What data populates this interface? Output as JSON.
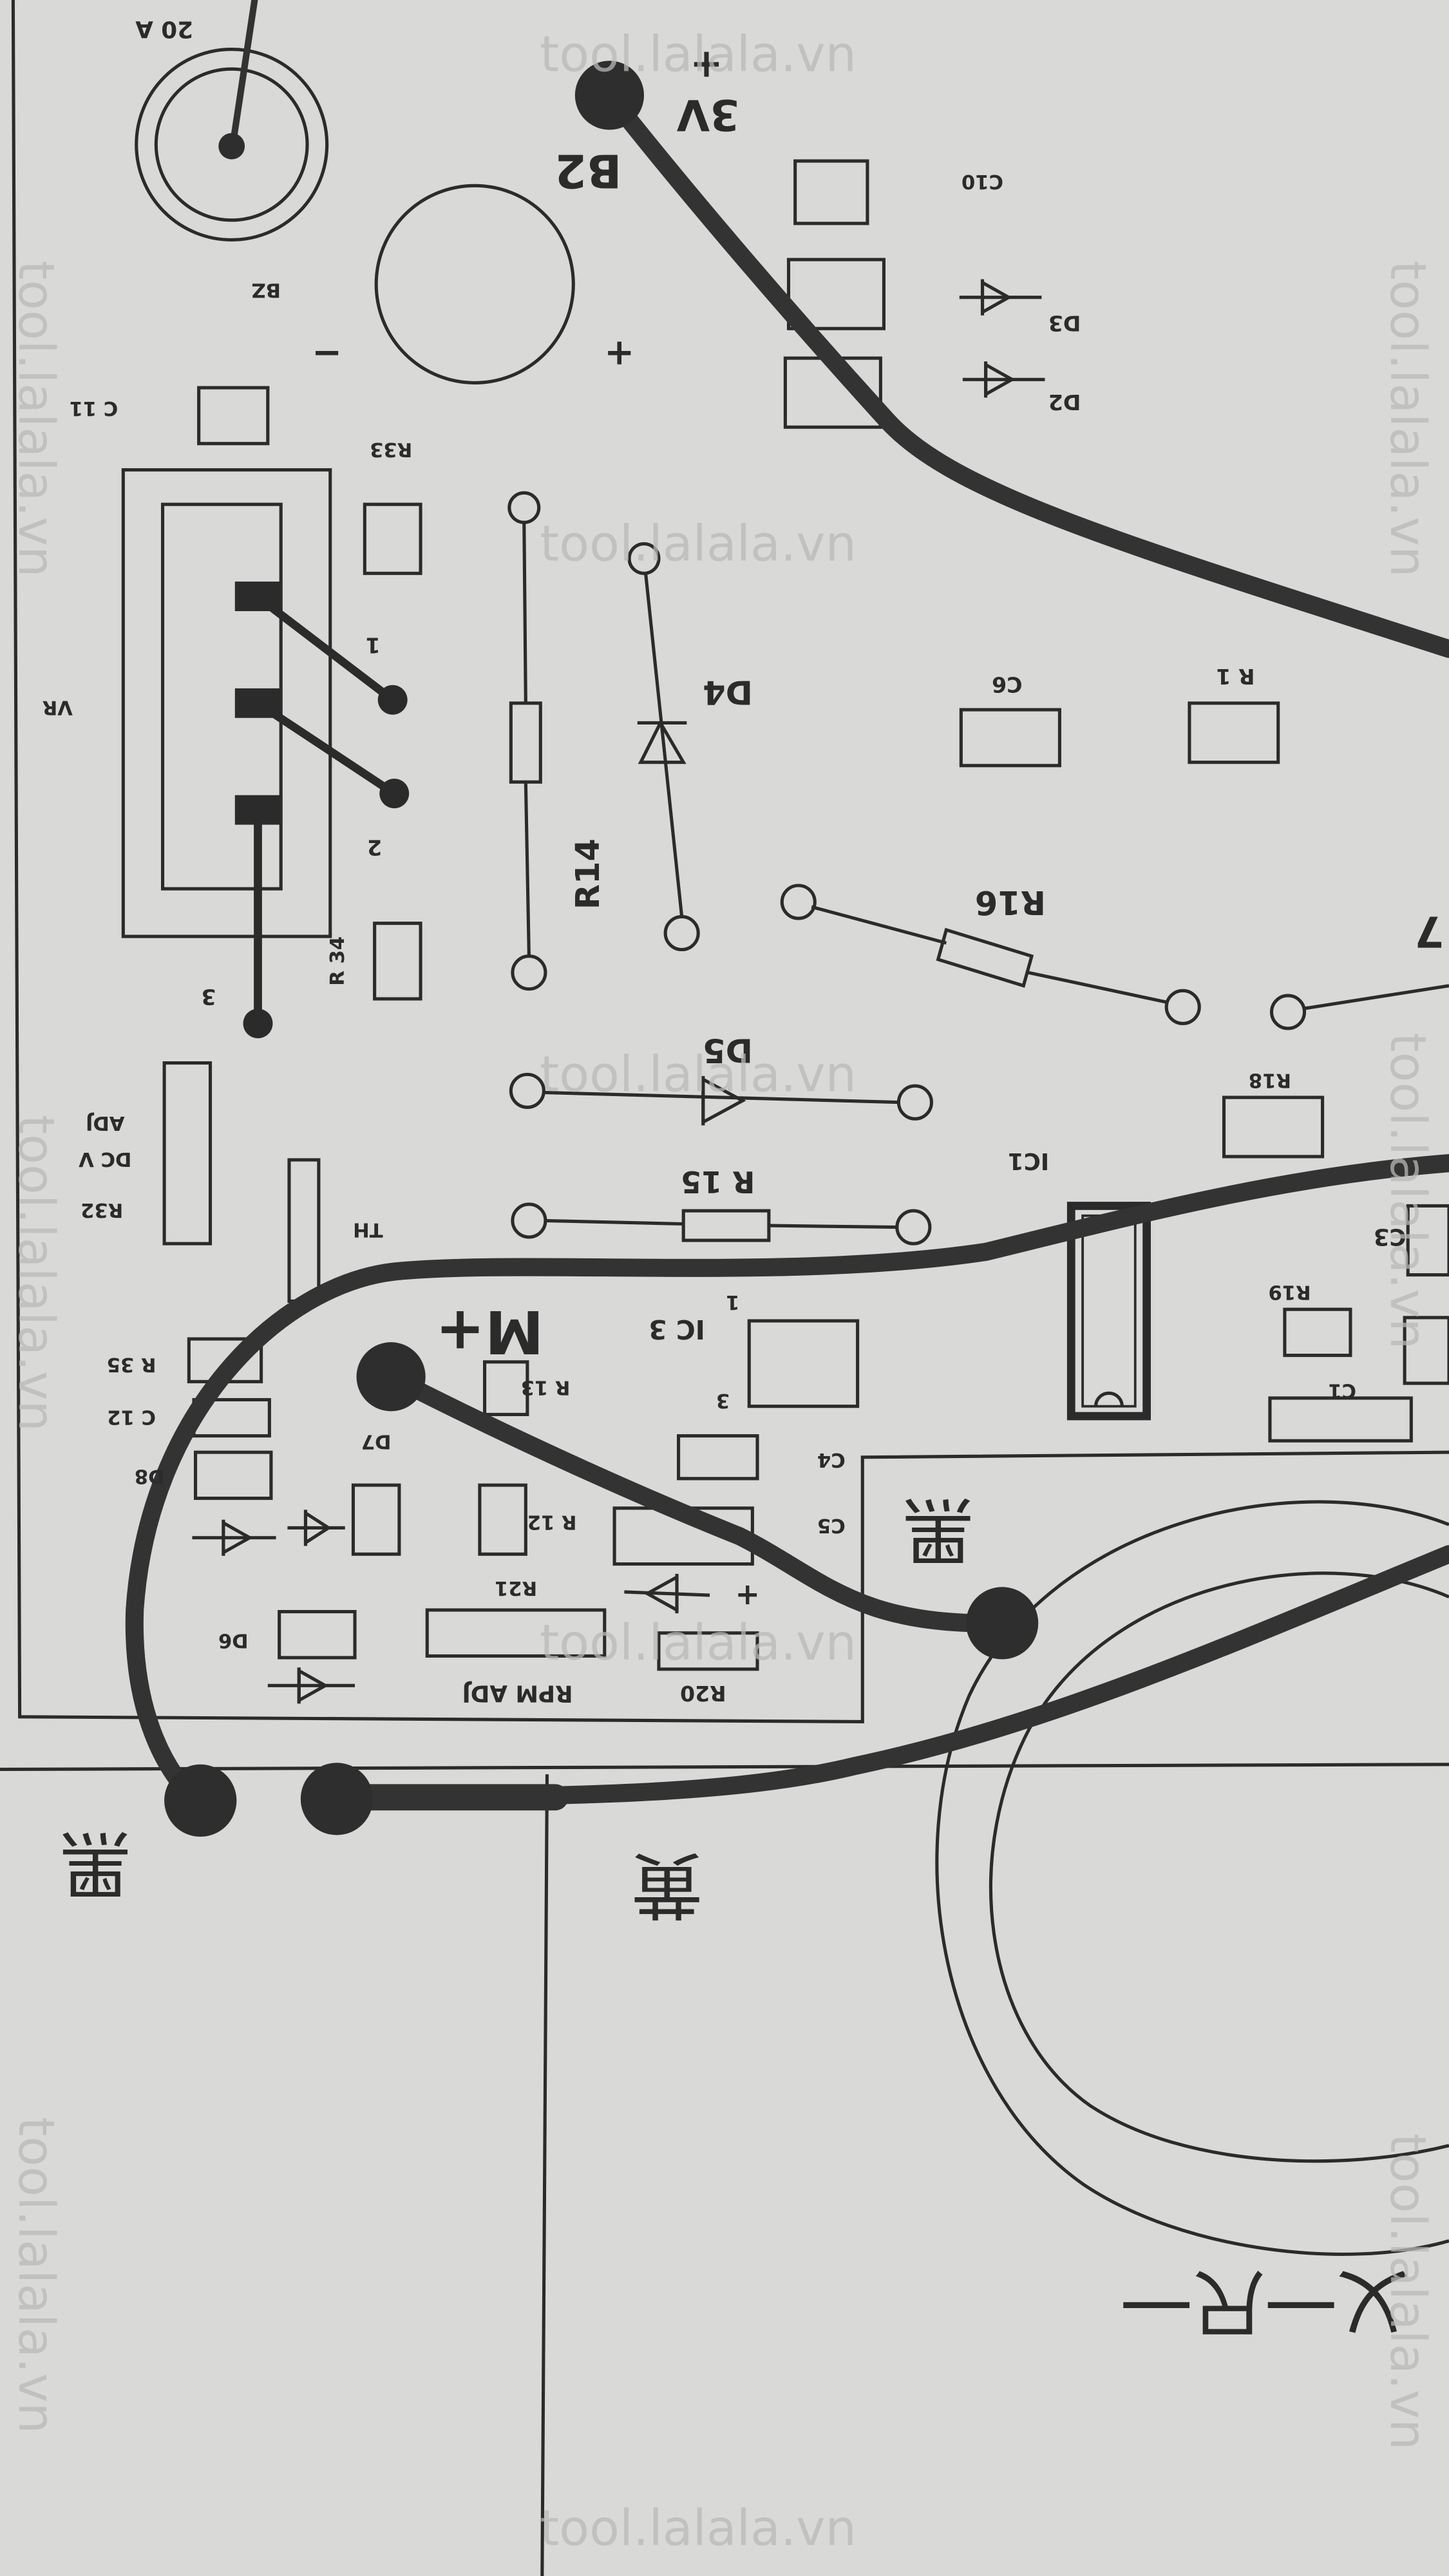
{
  "watermark": {
    "text": "tool.lalala.vn"
  },
  "labels": {
    "a20": "20 A",
    "bz": "BZ",
    "c11": "C 11",
    "r33": "R33",
    "vr": "VR",
    "vr_pin1": "1",
    "vr_pin2": "2",
    "vr_pin3": "3",
    "r34": "R 34",
    "r32": "R32",
    "dcv": "DC V",
    "adj": "ADJ",
    "th": "TH",
    "r35": "R 35",
    "c12": "C 12",
    "d8": "D8",
    "d7": "D7",
    "d6": "D6",
    "r13": "R 13",
    "r12": "R 12",
    "r21": "R21",
    "rpm_adj": "RPM ADJ",
    "r20": "R20",
    "mplus": "M+",
    "ic3": "IC 3",
    "ic3_pin1": "1",
    "ic3_pin3": "3",
    "c4": "C4",
    "c5": "C5",
    "plus_c5": "+",
    "c3": "C3",
    "c1": "C1",
    "r19": "R19",
    "r18": "R18",
    "ic1": "IC1",
    "r15": "R 15",
    "d5": "D5",
    "r14": "R14",
    "d4": "D4",
    "r16": "R16",
    "c6": "C6",
    "r1": "R 1",
    "d2": "D2",
    "d3": "D3",
    "c10": "C10",
    "b2": "B2",
    "v3": "3V",
    "plus_b2": "+",
    "plus_bz": "+",
    "minus_bz": "−",
    "seven": "7",
    "cjk_left": "黑",
    "cjk_mid": "黄",
    "cjk_right": "黑",
    "cjk_bottom": "乂一尺一"
  },
  "colors": {
    "paper": "#d9d9d7",
    "ink": "#2b2b2b",
    "trace": "#333333",
    "watermark": "#b9b9b7"
  }
}
